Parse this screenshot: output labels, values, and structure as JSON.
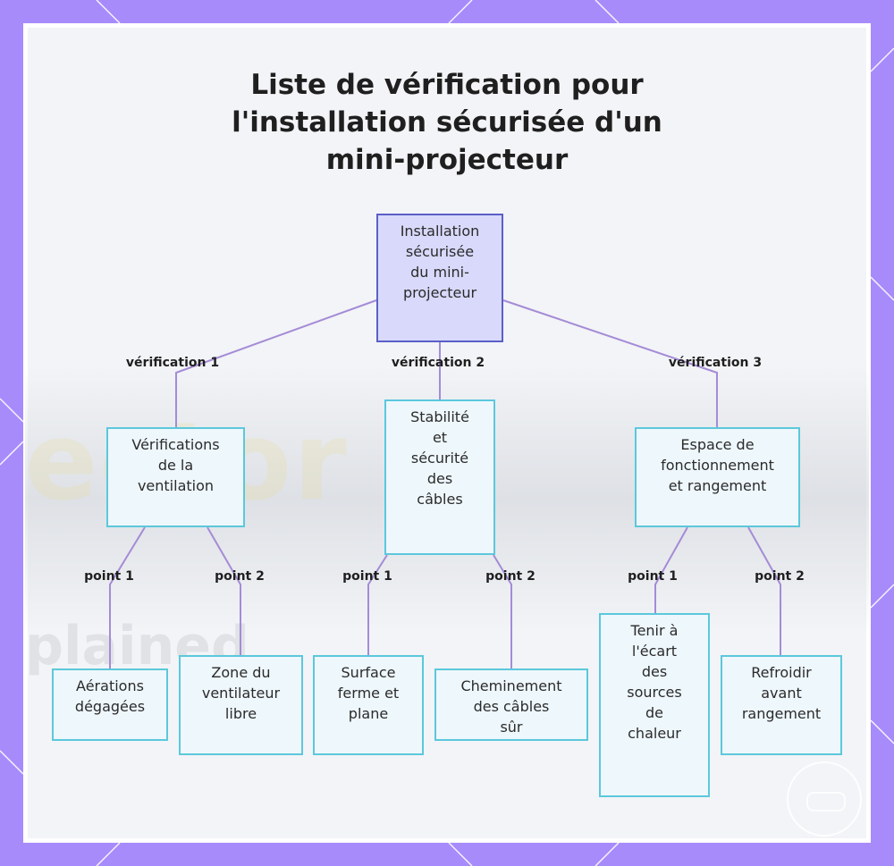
{
  "title": {
    "line1": "Liste de vérification pour",
    "line2": "l'installation sécurisée d'un",
    "line3": "mini-projecteur"
  },
  "root": {
    "label": [
      "Installation",
      "sécurisée",
      "du mini-",
      "projecteur"
    ]
  },
  "checks": [
    {
      "edge": "vérification 1",
      "label": [
        "Vérifications",
        "de la",
        "ventilation"
      ],
      "points": [
        {
          "edge": "point 1",
          "label": [
            "Aérations",
            "dégagées"
          ]
        },
        {
          "edge": "point 2",
          "label": [
            "Zone du",
            "ventilateur",
            "libre"
          ]
        }
      ]
    },
    {
      "edge": "vérification 2",
      "label": [
        "Stabilité",
        "et",
        "sécurité",
        "des",
        "câbles"
      ],
      "points": [
        {
          "edge": "point 1",
          "label": [
            "Surface",
            "ferme et",
            "plane"
          ]
        },
        {
          "edge": "point 2",
          "label": [
            "Cheminement",
            "des câbles",
            "sûr"
          ]
        }
      ]
    },
    {
      "edge": "vérification 3",
      "label": [
        "Espace de",
        "fonctionnement",
        "et rangement"
      ],
      "points": [
        {
          "edge": "point 1",
          "label": [
            "Tenir à",
            "l'écart",
            "des",
            "sources",
            "de",
            "chaleur"
          ]
        },
        {
          "edge": "point 2",
          "label": [
            "Refroidir",
            "avant",
            "rangement"
          ]
        }
      ]
    }
  ],
  "colors": {
    "frame": "#a78bfa",
    "root_fill": "#d9d9fb",
    "root_border": "#5b5fc7",
    "node_fill": "#eef7fc",
    "node_border": "#5bc8dc",
    "link": "#a58bd6"
  },
  "background": {
    "blurred_text_1": "ector",
    "blurred_text_2": "plained"
  }
}
